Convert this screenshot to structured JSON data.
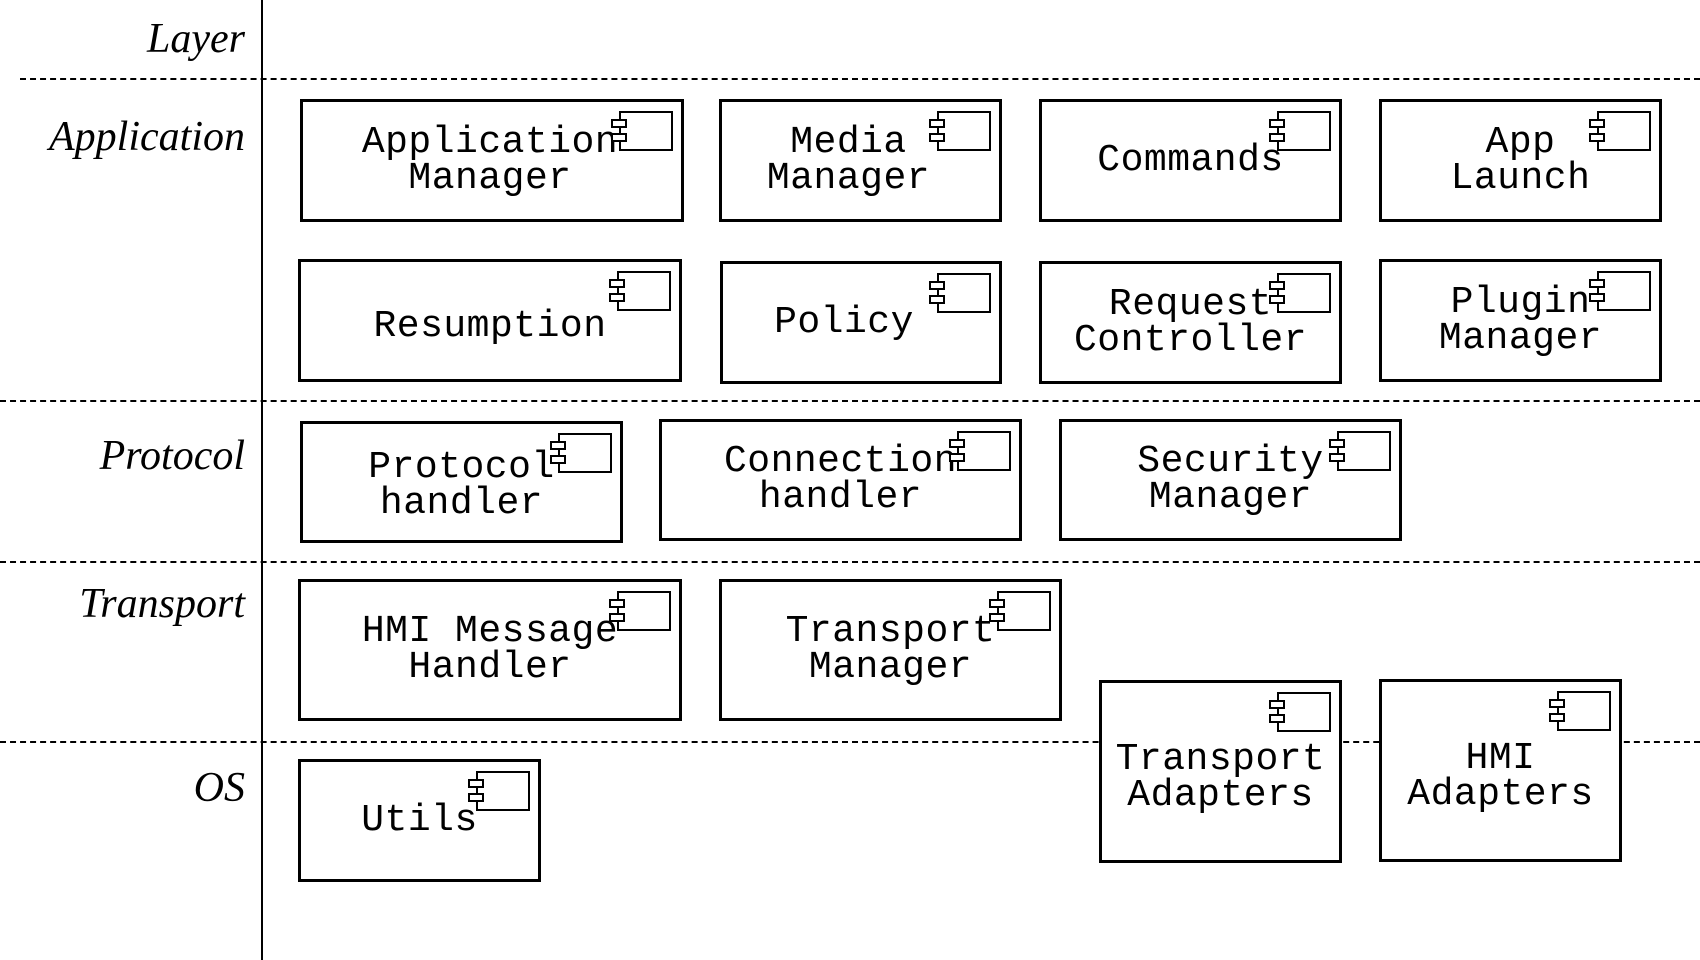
{
  "layers": [
    {
      "id": "layer-header",
      "label": "Layer"
    },
    {
      "id": "application",
      "label": "Application"
    },
    {
      "id": "protocol",
      "label": "Protocol"
    },
    {
      "id": "transport",
      "label": "Transport"
    },
    {
      "id": "os",
      "label": "OS"
    }
  ],
  "components": [
    {
      "id": "application-manager",
      "label": "Application\nManager"
    },
    {
      "id": "media-manager",
      "label": "Media\nManager"
    },
    {
      "id": "commands",
      "label": "Commands"
    },
    {
      "id": "app-launch",
      "label": "App\nLaunch"
    },
    {
      "id": "resumption",
      "label": "Resumption"
    },
    {
      "id": "policy",
      "label": "Policy"
    },
    {
      "id": "request-controller",
      "label": "Request\nController"
    },
    {
      "id": "plugin-manager",
      "label": "Plugin\nManager"
    },
    {
      "id": "protocol-handler",
      "label": "Protocol\nhandler"
    },
    {
      "id": "connection-handler",
      "label": "Connection\nhandler"
    },
    {
      "id": "security-manager",
      "label": "Security\nManager"
    },
    {
      "id": "hmi-message-handler",
      "label": "HMI Message\nHandler"
    },
    {
      "id": "transport-manager",
      "label": "Transport\nManager"
    },
    {
      "id": "transport-adapters",
      "label": "Transport\nAdapters"
    },
    {
      "id": "hmi-adapters",
      "label": "HMI\nAdapters"
    },
    {
      "id": "utils",
      "label": "Utils"
    }
  ]
}
